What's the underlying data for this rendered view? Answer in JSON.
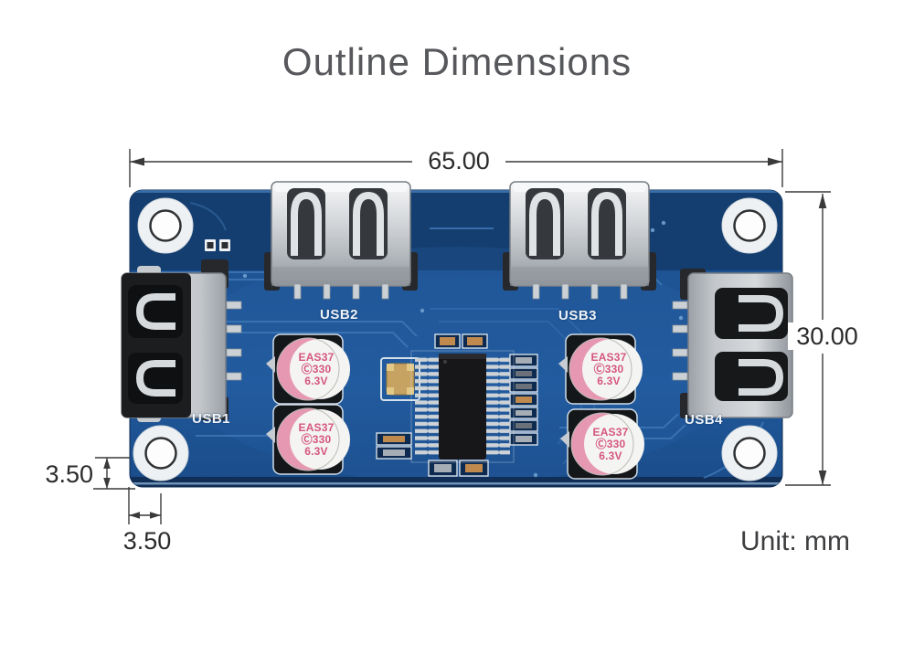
{
  "header": {
    "title": "Outline Dimensions"
  },
  "diagram": {
    "unit_label": "Unit: mm",
    "dimensions": {
      "board_width_mm": "65.00",
      "board_height_mm": "30.00",
      "hole_offset_vertical_mm": "3.50",
      "hole_offset_horizontal_mm": "3.50"
    },
    "board": {
      "port_labels": {
        "usb1": "USB1",
        "usb2": "USB2",
        "usb3": "USB3",
        "usb4": "USB4"
      },
      "capacitor_marking": {
        "line1": "EAS37",
        "line2": "Ⓒ330",
        "line3": "6.3V"
      },
      "colors": {
        "pcb_blue": "#1d549a",
        "pcb_dark_band": "#143e70",
        "trace_blue": "#4079b6",
        "silkscreen_white": "#eef3f8",
        "capacitor_text_pink": "#d5567e",
        "dimension_line_gray": "#3a3a3a"
      }
    }
  }
}
